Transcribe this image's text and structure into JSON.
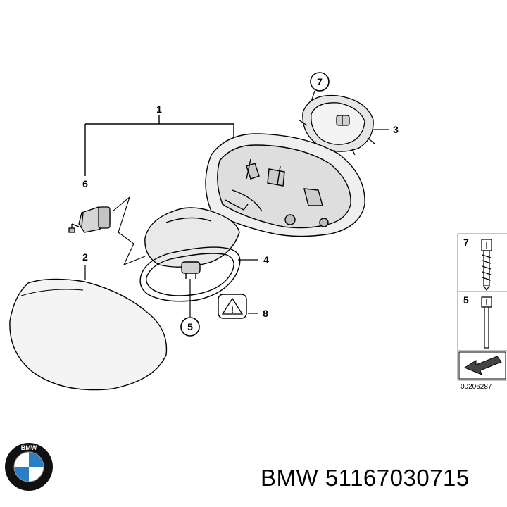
{
  "callouts": {
    "c1": "1",
    "c2": "2",
    "c3": "3",
    "c4": "4",
    "c5": "5",
    "c6": "6",
    "c7": "7",
    "c8": "8"
  },
  "legend": {
    "item_top": "7",
    "item_bottom": "5",
    "drawing_number": "00206287"
  },
  "footer": {
    "brand": "BMW",
    "part_number": "BMW 51167030715"
  },
  "colors": {
    "line": "#000000",
    "fill_light": "#eeeeee",
    "fill_mid": "#d8d8d8",
    "logo_blue": "#2a7ec3",
    "logo_ring": "#111111"
  },
  "icons": [
    "bmw-logo",
    "arrow-icon",
    "warning-triangle-icon"
  ]
}
